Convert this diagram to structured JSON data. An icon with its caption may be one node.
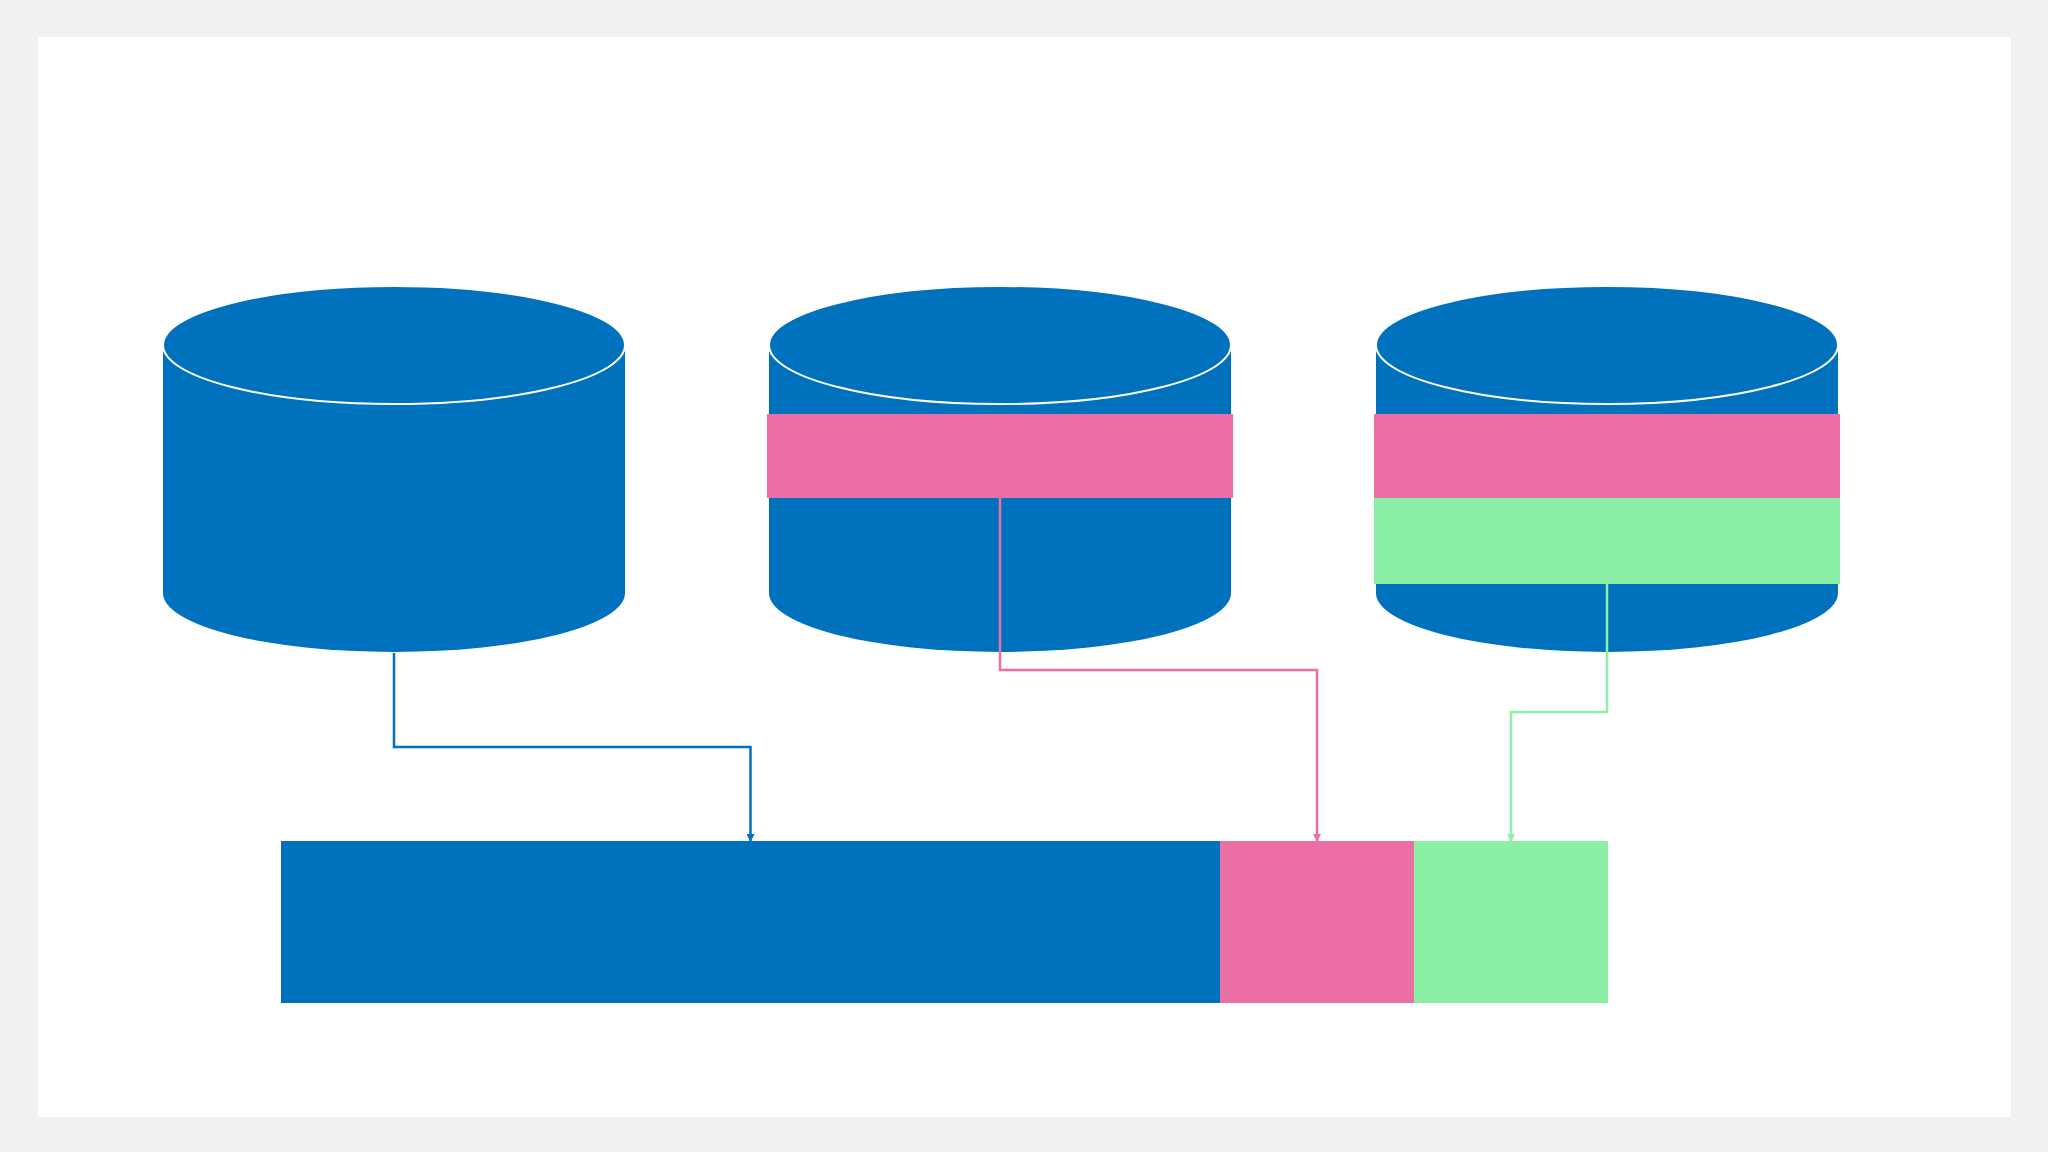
{
  "diagram": {
    "nodes": [
      {
        "text": [],
        "shape": "cylinder"
      },
      {
        "text": [],
        "shape": "cylinder"
      },
      {
        "text": [],
        "shape": "bar",
        "in": 1
      },
      {
        "text": [],
        "shape": "cylinder"
      },
      {
        "text": [],
        "shape": "bar",
        "in": 3
      },
      {
        "text": [],
        "shape": "bar",
        "in": 3
      },
      {
        "text": [],
        "shape": "bar"
      },
      {
        "text": [],
        "shape": "bar"
      },
      {
        "text": [],
        "shape": "bar"
      }
    ],
    "edges": [
      {
        "from": 0,
        "to": 6,
        "arrow": "to",
        "color": "#0071bc"
      },
      {
        "from": 2,
        "to": 7,
        "arrow": "to",
        "color": "#eb6ea5"
      },
      {
        "from": 5,
        "to": 8,
        "arrow": "to",
        "color": "#8cefa6"
      }
    ]
  }
}
